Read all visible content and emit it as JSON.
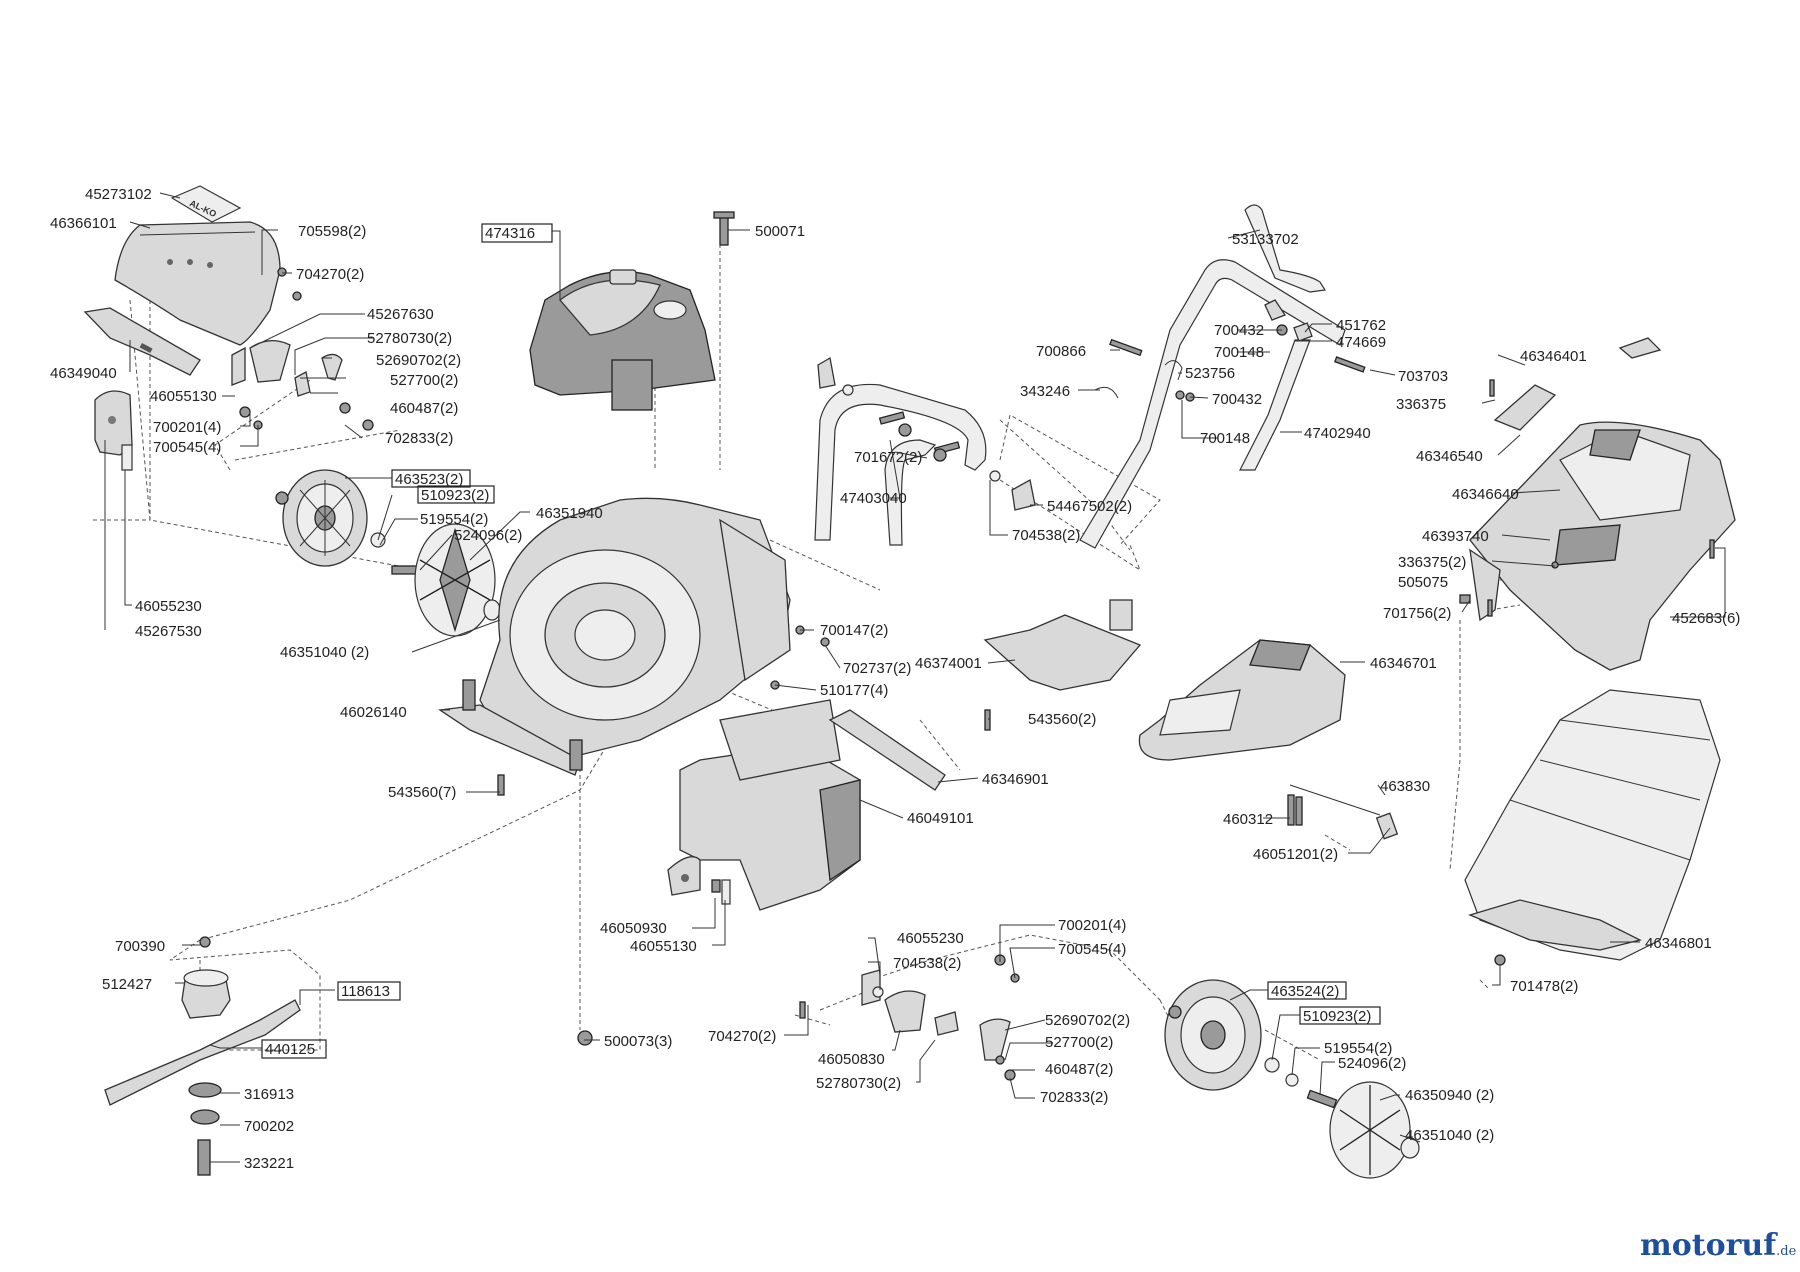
{
  "watermark": {
    "brand": "motoruf",
    "suffix": ".de"
  },
  "labels": {
    "l45273102": "45273102",
    "l46366101": "46366101",
    "l705598": "705598(2)",
    "l704270a": "704270(2)",
    "l45267630": "45267630",
    "l52780730a": "52780730(2)",
    "l52690702a": "52690702(2)",
    "l527700a": "527700(2)",
    "l460487a": "460487(2)",
    "l702833a": "702833(2)",
    "l700201a": "700201(4)",
    "l700545a": "700545(4)",
    "l46349040": "46349040",
    "l46055130a": "46055130",
    "l46055230a": "46055230",
    "l45267530": "45267530",
    "l474316": "474316",
    "l500071": "500071",
    "l463523": "463523(2)",
    "l510923a": "510923(2)",
    "l519554a": "519554(2)",
    "l524096a": "524096(2)",
    "l46351940": "46351940",
    "l46351040a": "46351040 (2)",
    "l46026140": "46026140",
    "l543560a": "543560(7)",
    "l700147": "700147(2)",
    "l702737": "702737(2)",
    "l510177": "510177(4)",
    "l701672": "701672(2)",
    "l47403040": "47403040",
    "l54467502": "54467502(2)",
    "l704538a": "704538(2)",
    "l46374001": "46374001",
    "l543560b": "543560(2)",
    "l46346901": "46346901",
    "l46049101": "46049101",
    "l46050930": "46050930",
    "l46055130b": "46055130",
    "l53133702": "53133702",
    "l700432a": "700432",
    "l451762": "451762",
    "l700148a": "700148",
    "l474669": "474669",
    "l700866": "700866",
    "l523756": "523756",
    "l703703": "703703",
    "l343246": "343246",
    "l700432b": "700432",
    "l700148b": "700148",
    "l47402940": "47402940",
    "l46346701": "46346701",
    "l463830": "463830",
    "l460312": "460312",
    "l46051201": "46051201(2)",
    "l46346401": "46346401",
    "l336375a": "336375",
    "l46346540": "46346540",
    "l46346640": "46346640",
    "l46393740": "46393740",
    "l336375b": "336375(2)",
    "l505075": "505075",
    "l701756": "701756(2)",
    "l452683": "452683(6)",
    "l46346801": "46346801",
    "l701478": "701478(2)",
    "l700390": "700390",
    "l512427": "512427",
    "l118613": "118613",
    "l440125": "440125",
    "l316913": "316913",
    "l700202": "700202",
    "l323221": "323221",
    "l500073": "500073(3)",
    "l46055230b": "46055230",
    "l704538b": "704538(2)",
    "l704270b": "704270(2)",
    "l46050830": "46050830",
    "l52780730b": "52780730(2)",
    "l700201b": "700201(4)",
    "l700545b": "700545(4)",
    "l52690702b": "52690702(2)",
    "l527700b": "527700(2)",
    "l460487b": "460487(2)",
    "l702833b": "702833(2)",
    "l463524": "463524(2)",
    "l510923b": "510923(2)",
    "l519554b": "519554(2)",
    "l524096b": "524096(2)",
    "l46350940": "46350940 (2)",
    "l46351040b": "46351040 (2)"
  }
}
